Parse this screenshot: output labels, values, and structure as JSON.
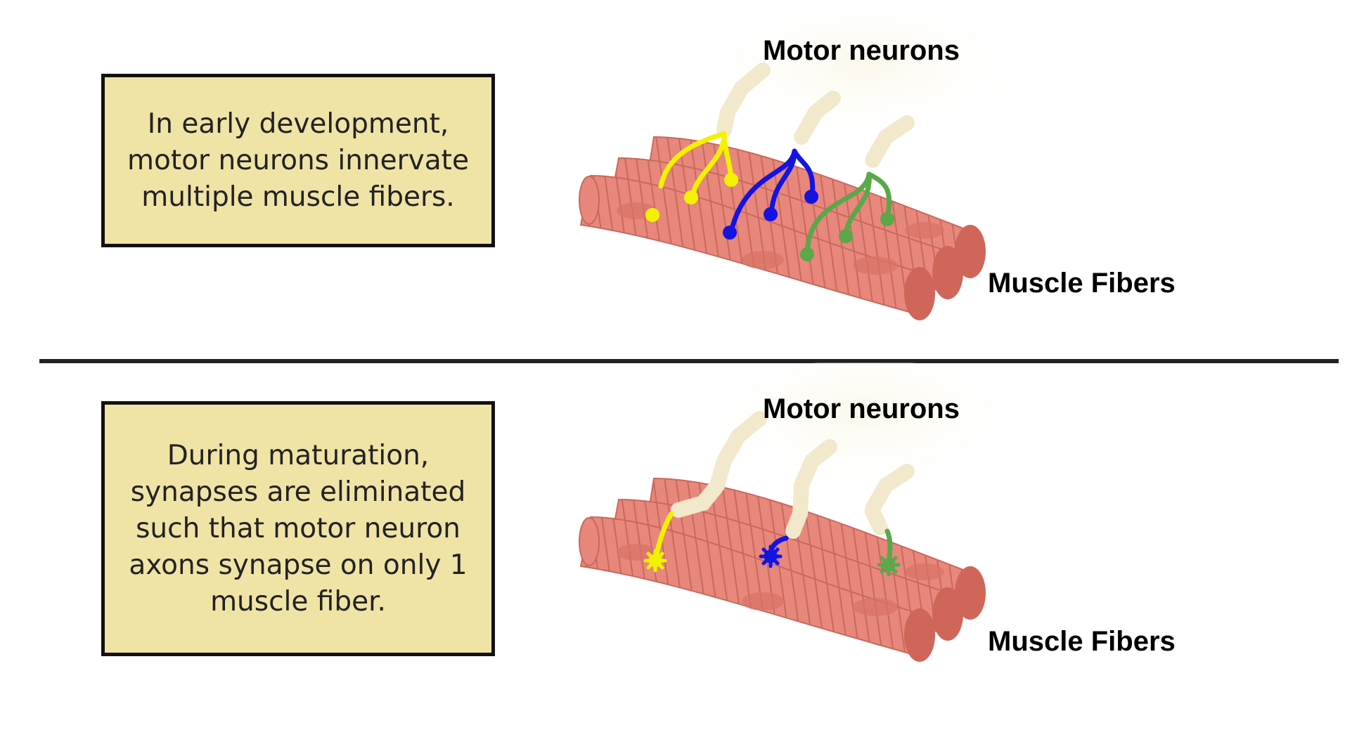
{
  "top_panel": {
    "note": "In early development, motor neurons innervate multiple muscle fibers.",
    "motor_label": "Motor neurons",
    "muscle_label": "Muscle Fibers"
  },
  "bottom_panel": {
    "note": "During maturation, synapses are eliminated such that motor neuron axons synapse on only 1 muscle fiber.",
    "motor_label": "Motor neurons",
    "muscle_label": "Muscle Fibers"
  },
  "colors": {
    "note_fill": "#f0e3a6",
    "muscle": "#e8877b",
    "muscle_dark": "#d0655a",
    "myelin": "#f2e8cc",
    "neuron_yellow": "#f2f200",
    "neuron_blue": "#1414e0",
    "neuron_green": "#5aa84a"
  }
}
